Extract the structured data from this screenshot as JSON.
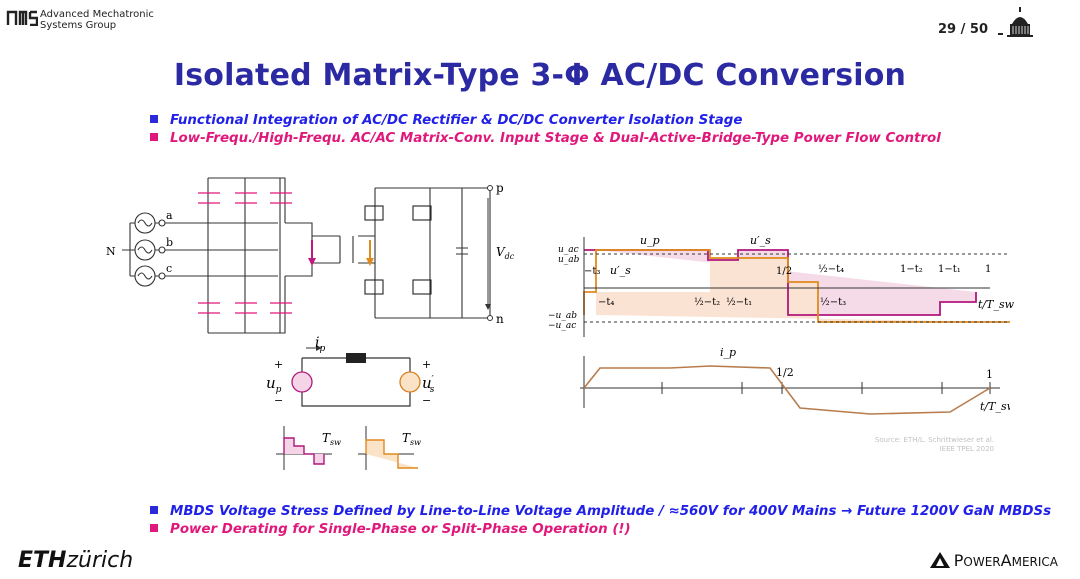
{
  "header": {
    "group_line1": "Advanced Mechatronic",
    "group_line2": "Systems Group",
    "page_number": "29 / 50"
  },
  "title": "Isolated Matrix-Type 3-Φ AC/DC Conversion",
  "top_bullets": [
    {
      "text": "Functional Integration of AC/DC Rectifier  &  DC/DC Converter Isolation Stage",
      "color": "#2020e8"
    },
    {
      "text": "Low-Frequ./High-Frequ. AC/AC Matrix-Conv. Input Stage  &  Dual-Active-Bridge-Type Power Flow Control",
      "color": "#e0187c"
    }
  ],
  "circuit_labels": {
    "phase_a": "a",
    "phase_b": "b",
    "phase_c": "c",
    "neutral": "N",
    "node_p": "p",
    "node_n": "n",
    "vdc": "V",
    "vdc_sub": "dc"
  },
  "equivalent_circuit": {
    "current": "i",
    "current_sub": "p",
    "left_voltage": "u",
    "left_sub": "p",
    "right_voltage": "u",
    "right_sub": "s",
    "prime": "′",
    "plus": "+",
    "minus": "−",
    "period": "T",
    "period_sub": "sw"
  },
  "voltage_waveform": {
    "y_labels": [
      "u_ac",
      "u_ab",
      "−u_ab",
      "−u_ac"
    ],
    "up_label": "u_p",
    "us_label": "u′_s",
    "us_inner_label": "u′_s",
    "time_labels": [
      "−t₃",
      "−t₄",
      "½−t₂",
      "½−t₁",
      "1/2",
      "½−t₄",
      "½−t₃",
      "1−t₂",
      "1−t₁",
      "1"
    ],
    "axis_label": "t/T_sw"
  },
  "current_waveform": {
    "label": "i_p",
    "half": "1/2",
    "one": "1",
    "axis_label": "t/T_sw"
  },
  "source_note": [
    "Source: ETH/L. Schrittwieser et al.",
    "IEEE TPEL 2020"
  ],
  "bottom_bullets": [
    {
      "pre": "MBDS Voltage Stress Defined by Line-to-Line Voltage Amplitude / ≈560V for 400V Mains ",
      "arrow": "→",
      "post": " Future 1200V GaN MBDSs",
      "color": "#2020e8"
    },
    {
      "pre": "Power Derating for Single-Phase or Split-Phase Operation (!)",
      "color": "#e0187c"
    }
  ],
  "footer": {
    "eth_bold": "ETH",
    "eth_rest": "zürich",
    "power_a": "P",
    "power_rest1": "OWER",
    "power_b": "A",
    "power_rest2": "MERICA"
  }
}
